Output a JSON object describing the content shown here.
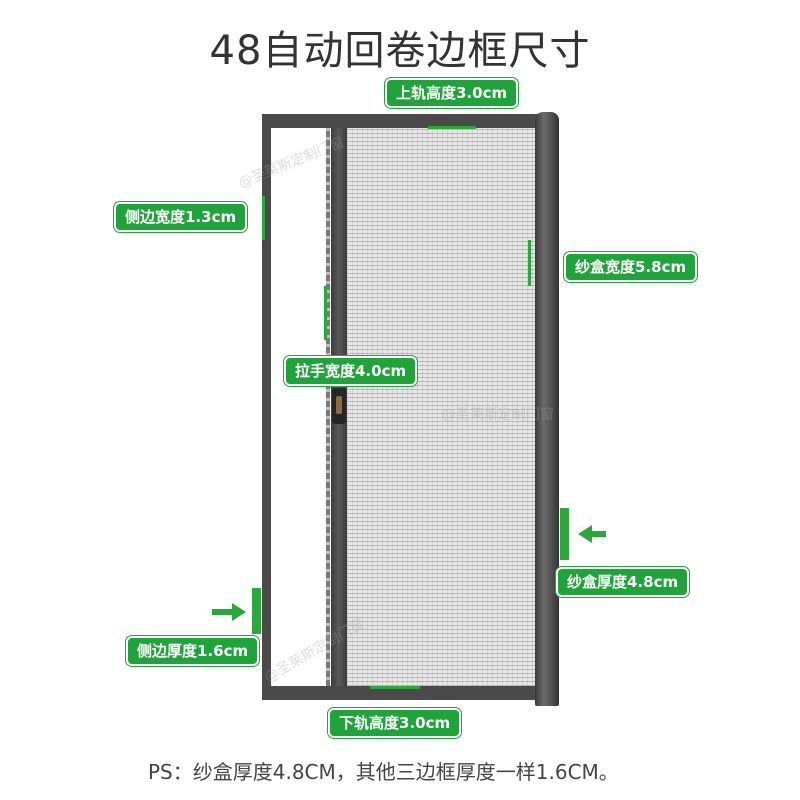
{
  "title": "48自动回卷边框尺寸",
  "labels": {
    "top_rail": "上轨高度3.0cm",
    "side_width": "侧边宽度1.3cm",
    "cassette_width": "纱盒宽度5.8cm",
    "handle_width": "拉手宽度4.0cm",
    "cassette_thickness": "纱盒厚度4.8cm",
    "side_thickness": "侧边厚度1.6cm",
    "bottom_rail": "下轨高度3.0cm"
  },
  "note": "PS：纱盒厚度4.8CM，其他三边框厚度一样1.6CM。",
  "watermarks": [
    "@圣莱斯定制门窗",
    "@圣莱斯定制门窗",
    "@圣莱斯定制门窗"
  ],
  "colors": {
    "accent": "#1fa33a",
    "frame": "#4a4a4a",
    "text": "#333333"
  }
}
